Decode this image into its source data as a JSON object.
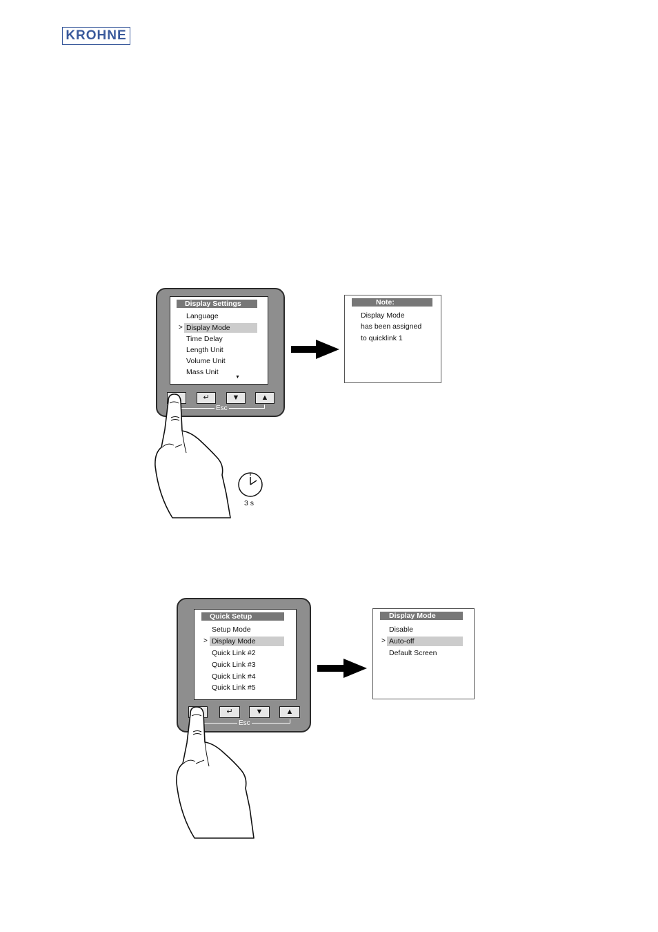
{
  "logo": {
    "text": "KROHNE"
  },
  "figure1": {
    "screen": {
      "title": "Display Settings",
      "cursor": ">",
      "items": [
        "Language",
        "Display Mode",
        "Time Delay",
        "Length Unit",
        "Volume Unit",
        "Mass Unit"
      ],
      "selected_index": 1,
      "more_indicator": "▼"
    },
    "esc_label": "Esc",
    "note": {
      "title": "Note:",
      "lines": [
        "Display Mode",
        "has been assigned",
        "to quicklink 1"
      ]
    },
    "clock_label": "3 s"
  },
  "figure2": {
    "screen": {
      "title": "Quick Setup",
      "cursor": ">",
      "items": [
        "Setup Mode",
        "Display Mode",
        "Quick Link #2",
        "Quick Link #3",
        "Quick Link #4",
        "Quick Link #5"
      ],
      "selected_index": 1
    },
    "esc_label": "Esc",
    "result": {
      "title": "Display Mode",
      "cursor": ">",
      "items": [
        "Disable",
        "Auto-off",
        "Default Screen"
      ],
      "selected_index": 1
    }
  },
  "buttons": {
    "enter_glyph": "↵",
    "down_glyph": "▼",
    "up_glyph": "▲"
  }
}
